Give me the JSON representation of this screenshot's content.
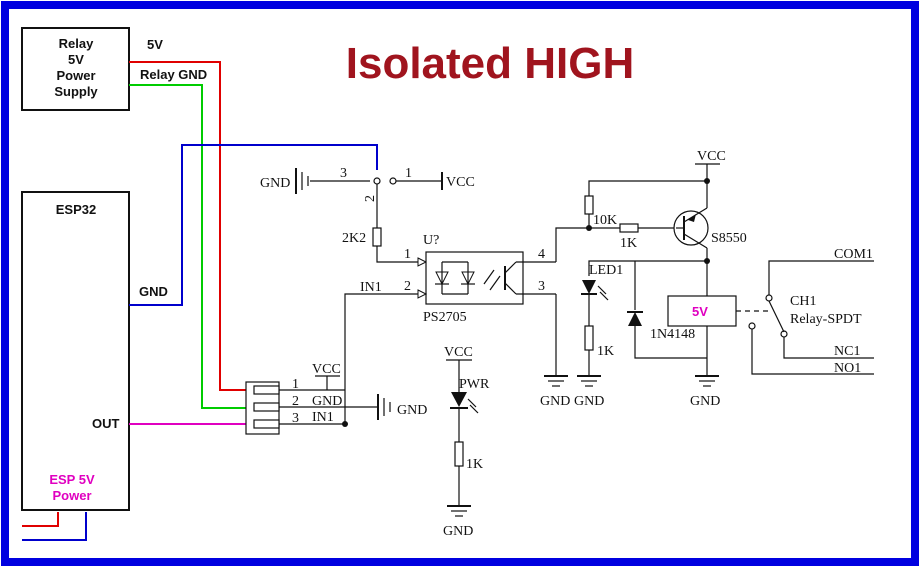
{
  "title": "Isolated  HIGH",
  "colors": {
    "border": "#0000e0",
    "title": "#a0141e",
    "wire_5v": "#e00000",
    "wire_gnd": "#00cc00",
    "wire_blue": "#0000cc",
    "wire_signal": "#e000c0",
    "relay_label": "#e000c0",
    "esp_power": "#e000c0"
  },
  "blocks": {
    "relay_supply": [
      "Relay",
      "5V",
      "Power",
      "Supply"
    ],
    "esp32": "ESP32",
    "esp_power": [
      "ESP 5V",
      "Power"
    ]
  },
  "wire_labels": {
    "v5": "5V",
    "relay_gnd": "Relay GND",
    "gnd": "GND",
    "out": "OUT"
  },
  "header": {
    "pins": [
      "1",
      "2",
      "3"
    ],
    "vcc": "VCC",
    "gnd": "GND",
    "in1": "IN1"
  },
  "schematic": {
    "gnd_jumper": "GND",
    "jumper_pins": [
      "3",
      "1",
      "2"
    ],
    "vcc_jumper": "VCC",
    "r_2k2": "2K2",
    "u_label": "U?",
    "opto_pin1": "1",
    "opto_pin2": "2",
    "opto_pin3": "3",
    "opto_pin4": "4",
    "in1": "IN1",
    "opto_part": "PS2705",
    "vcc_top": "VCC",
    "r_10k": "10K",
    "r_1k_base": "1K",
    "transistor": "S8550",
    "led1": "LED1",
    "r_1k_led": "1K",
    "diode": "1N4148",
    "relay_coil": "5V",
    "com1": "COM1",
    "ch1": "CH1",
    "relay_type": "Relay-SPDT",
    "nc1": "NC1",
    "no1": "NO1",
    "gnd1": "GND",
    "gnd2": "GND",
    "gnd3": "GND",
    "pwr_vcc": "VCC",
    "pwr": "PWR",
    "r_1k_pwr": "1K",
    "gnd_pwr": "GND",
    "gnd_header": "GND"
  }
}
